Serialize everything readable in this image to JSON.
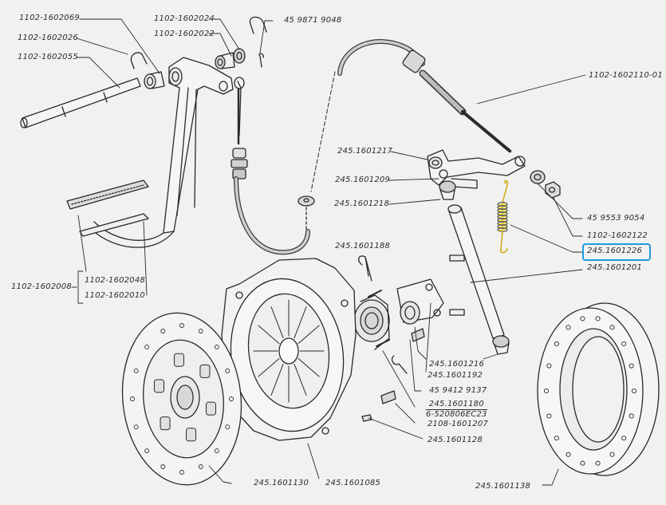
{
  "diagram": {
    "title": "Clutch assembly exploded view",
    "highlight_color": "#1e9be0",
    "spring_color": "#f0d000",
    "labels": {
      "l_2069": "1102-1602069",
      "l_2026": "1102-1602026",
      "l_2055": "1102-1602055",
      "l_2024": "1102-1602024",
      "l_2022": "1102-1602022",
      "l_9048": "45 9871 9048",
      "l_2110": "1102-1602110-01",
      "l_1217": "245.1601217",
      "l_1209": "245.1601209",
      "l_1218": "245.1601218",
      "l_9054": "45 9553 9054",
      "l_2122": "1102-1602122",
      "l_1226": "245.1601226",
      "l_1201": "245.1601201",
      "l_1188": "245.1601188",
      "l_2008": "1102-1602008",
      "l_2048": "1102-1602048",
      "l_2010": "1102-1602010",
      "l_1216": "245.1601216",
      "l_1192": "245.1601192",
      "l_9137": "45 9412 9137",
      "l_1180": "245.1601180",
      "l_ec23": "6-520806EC23",
      "l_1207": "2108-1601207",
      "l_1128": "245.1601128",
      "l_1130": "245.1601130",
      "l_1085": "245.1601085",
      "l_1138": "245.1601138"
    },
    "highlighted_label": "245.1601226"
  }
}
